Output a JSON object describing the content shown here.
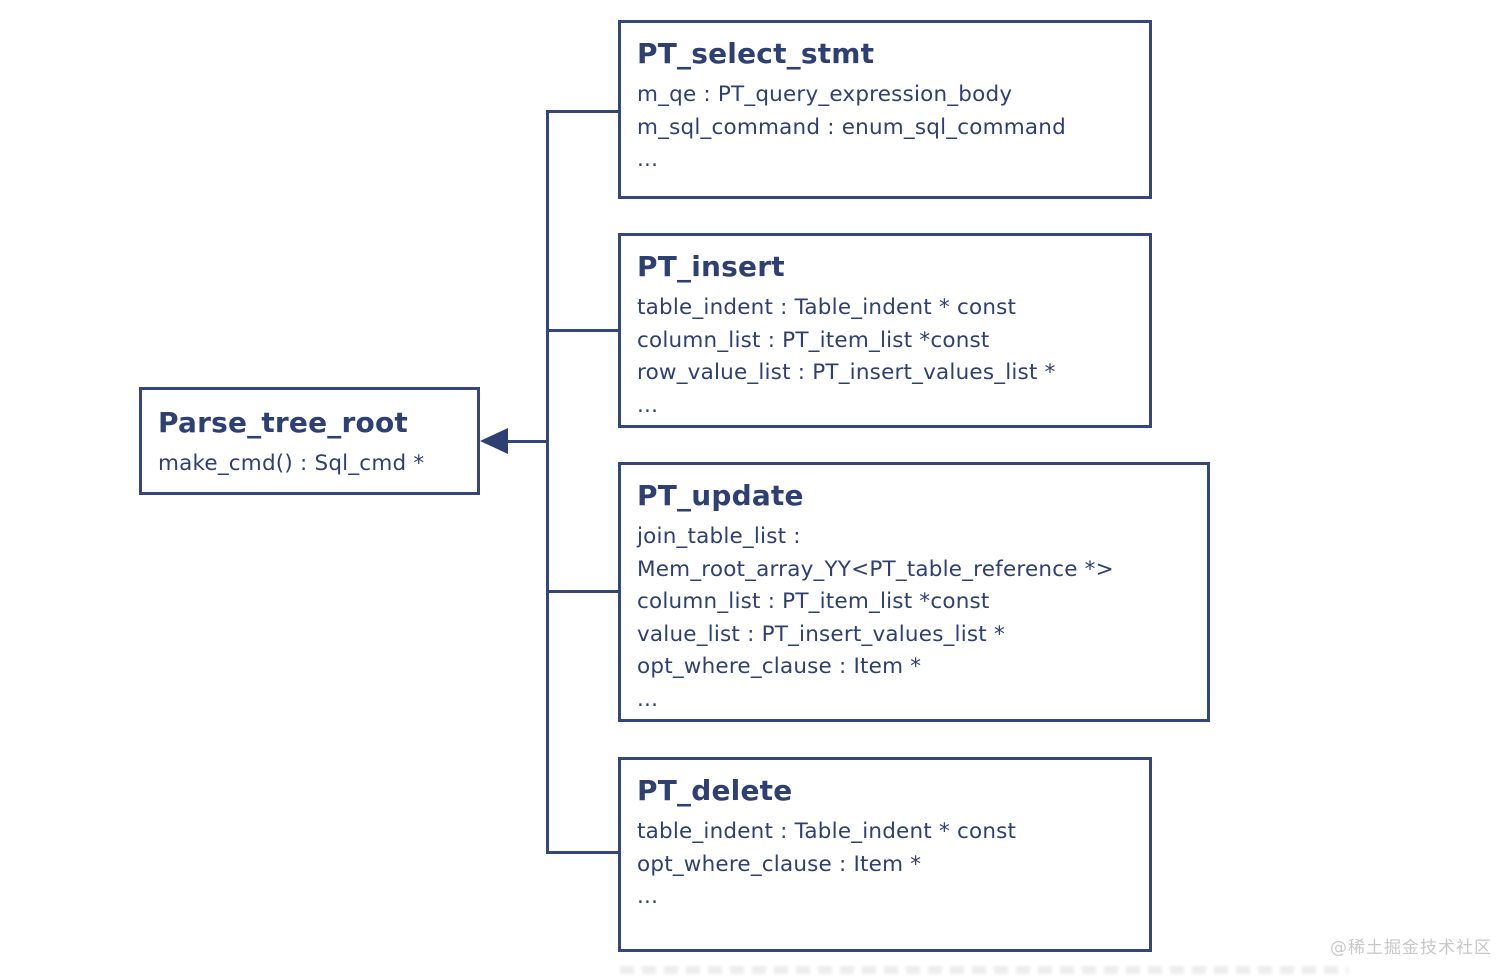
{
  "diagram": {
    "type": "uml-class-diagram",
    "colors": {
      "ink": "#2e3f73",
      "border": "#33477c",
      "background": "#ffffff",
      "watermark": "#c8c8c8"
    },
    "classes": [
      {
        "id": "parse_tree_root",
        "name": "Parse_tree_root",
        "members": [
          "make_cmd() : Sql_cmd *"
        ]
      },
      {
        "id": "pt_select_stmt",
        "name": "PT_select_stmt",
        "members": [
          "m_qe : PT_query_expression_body",
          "m_sql_command : enum_sql_command",
          "..."
        ]
      },
      {
        "id": "pt_insert",
        "name": "PT_insert",
        "members": [
          "table_indent : Table_indent * const",
          "column_list : PT_item_list *const",
          "row_value_list : PT_insert_values_list *",
          "..."
        ]
      },
      {
        "id": "pt_update",
        "name": "PT_update",
        "members": [
          "join_table_list :",
          "Mem_root_array_YY<PT_table_reference *>",
          "column_list : PT_item_list *const",
          "value_list : PT_insert_values_list *",
          "opt_where_clause : Item *",
          "..."
        ]
      },
      {
        "id": "pt_delete",
        "name": "PT_delete",
        "members": [
          "table_indent : Table_indent * const",
          "opt_where_clause : Item *",
          "..."
        ]
      }
    ],
    "relationship": {
      "kind": "inheritance",
      "arrow_points_to": "Parse_tree_root",
      "children": [
        "PT_select_stmt",
        "PT_insert",
        "PT_update",
        "PT_delete"
      ]
    },
    "watermark": "@稀土掘金技术社区"
  }
}
